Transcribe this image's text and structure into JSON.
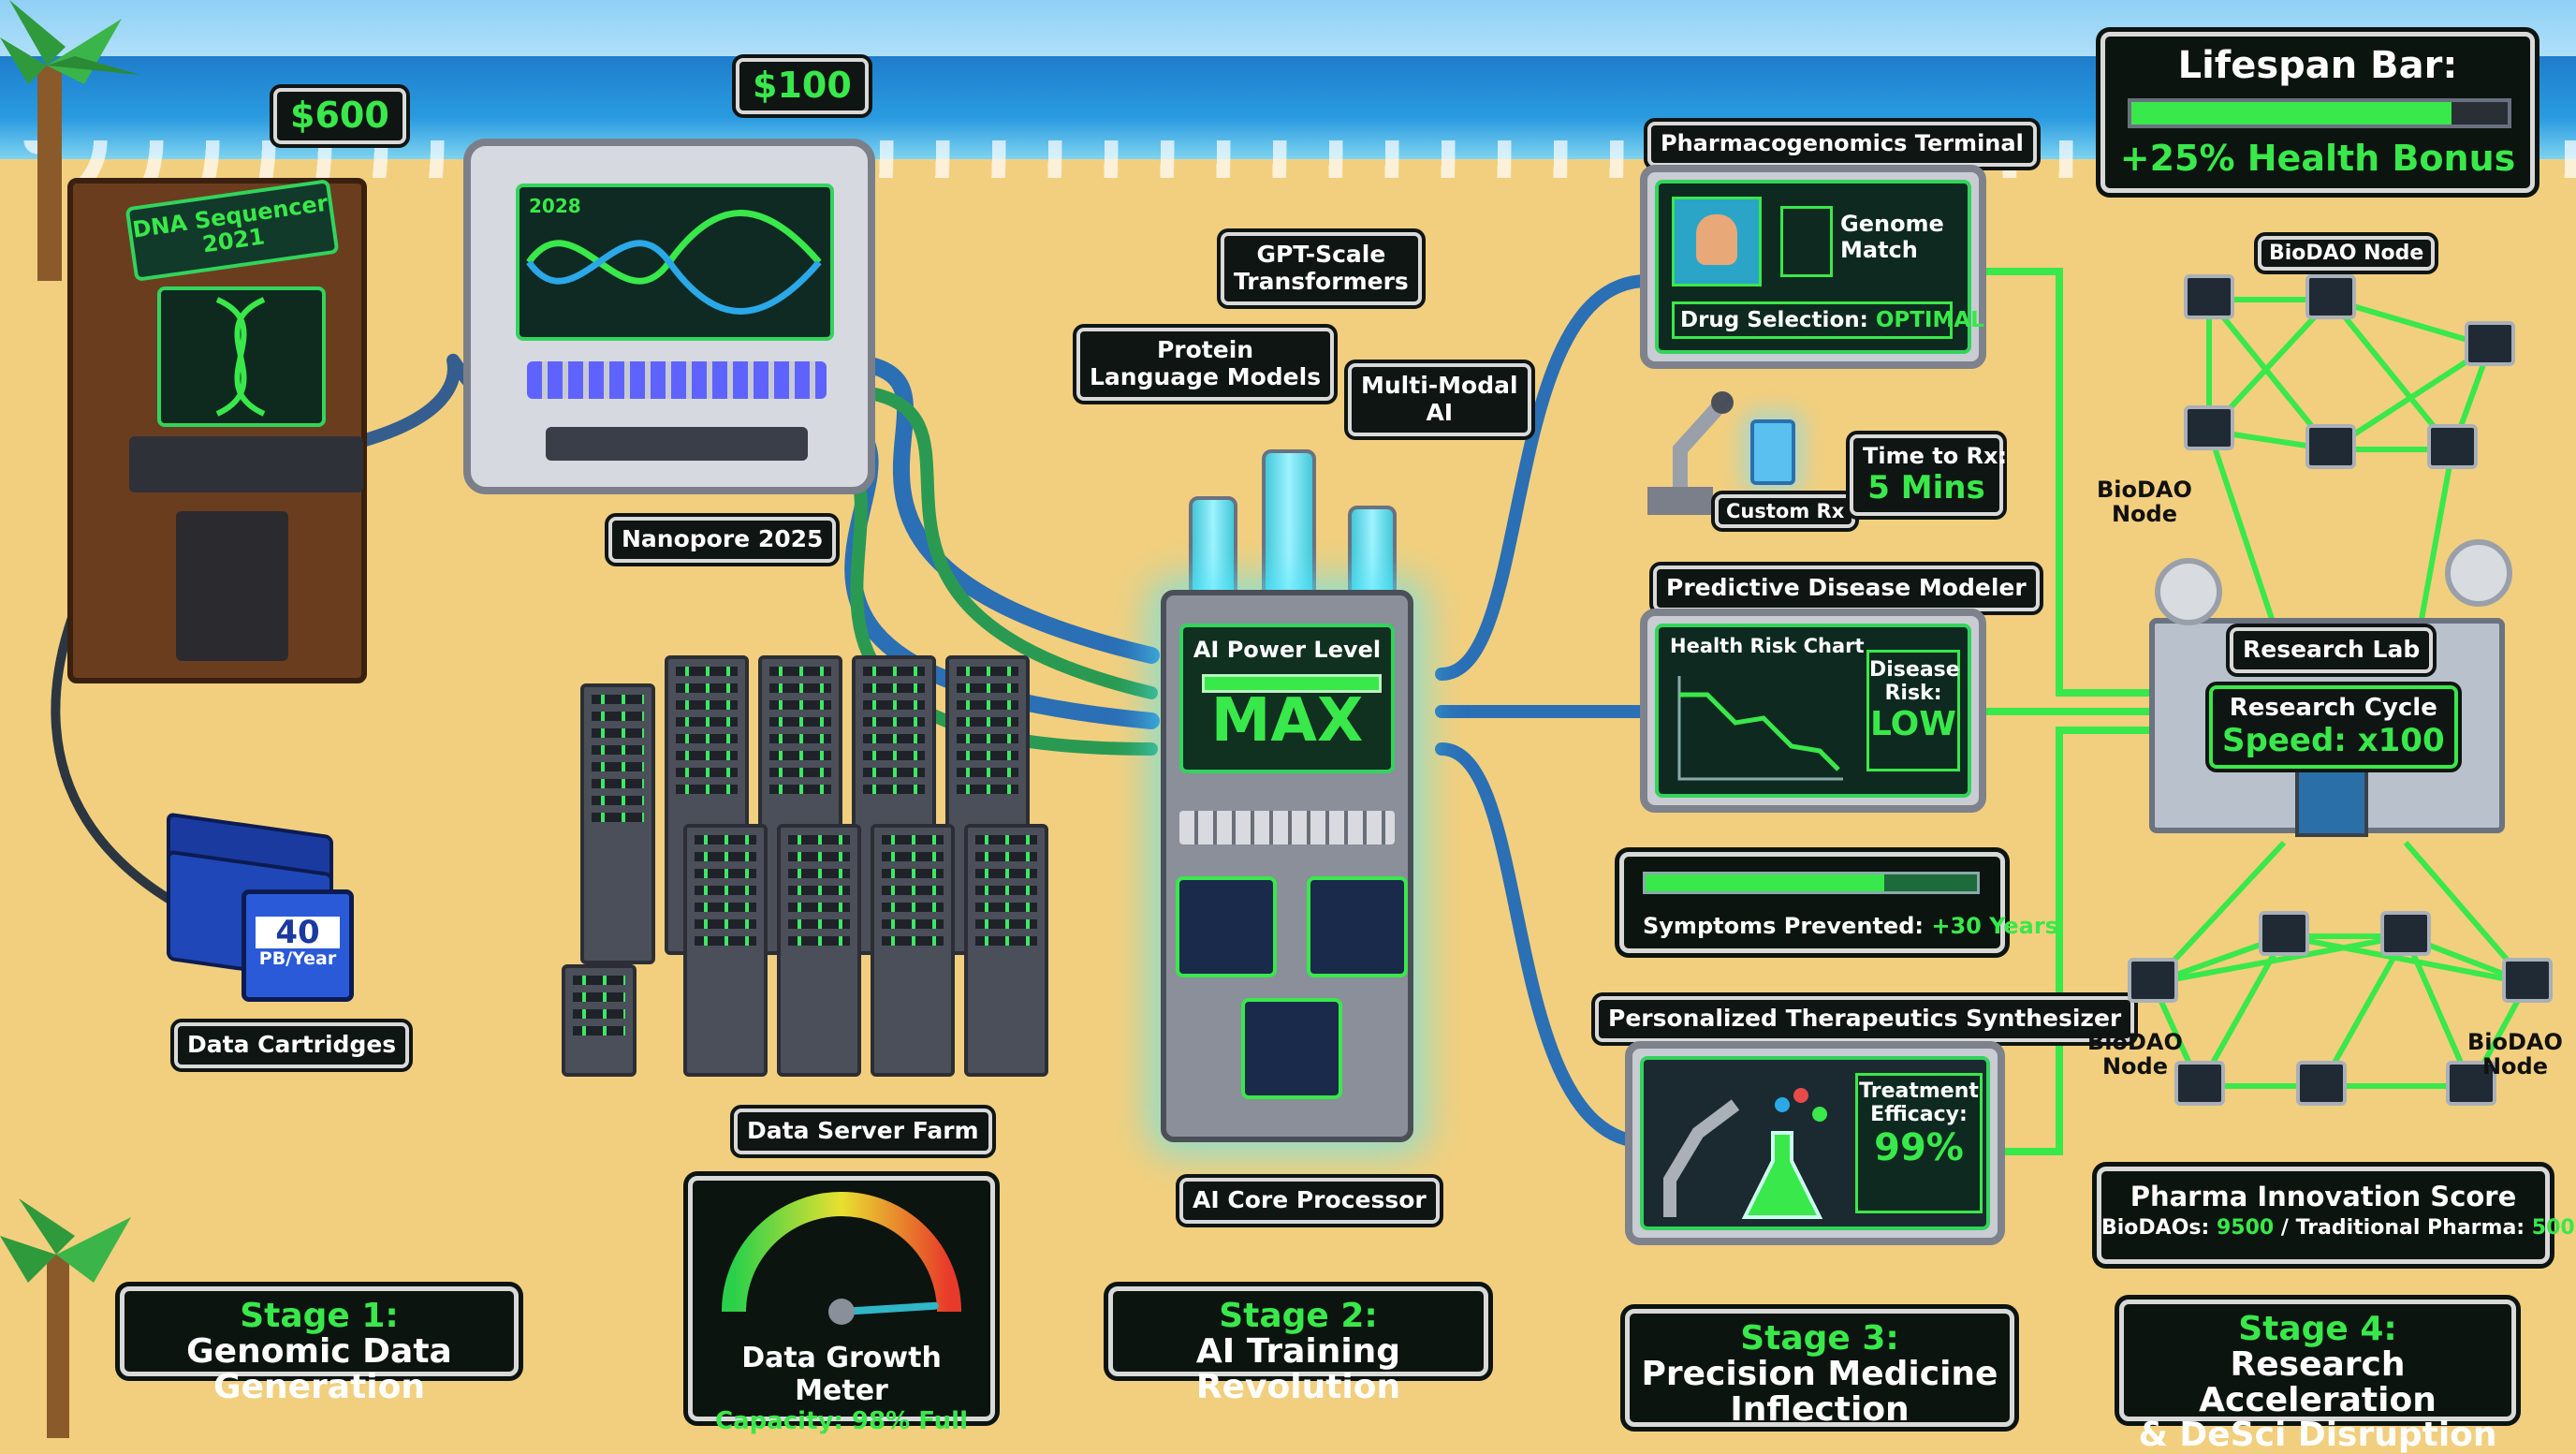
{
  "stage1": {
    "title": "Stage 1:",
    "subtitle": "Genomic Data Generation"
  },
  "stage2": {
    "title": "Stage 2:",
    "subtitle": "AI Training Revolution"
  },
  "stage3": {
    "title": "Stage 3:",
    "subtitle_line1": "Precision Medicine",
    "subtitle_line2": "Inflection"
  },
  "stage4": {
    "title": "Stage 4:",
    "subtitle_line1": "Research Acceleration",
    "subtitle_line2": "& DeSci Disruption"
  },
  "arcade": {
    "price": "$600",
    "screen_line1": "DNA Sequencer",
    "screen_line2": "2021"
  },
  "nanopore": {
    "price": "$100",
    "year": "2028",
    "label": "Nanopore 2025"
  },
  "cartridges": {
    "value": "40",
    "unit": "PB/Year",
    "label": "Data Cartridges"
  },
  "server_farm": {
    "label": "Data Server Farm"
  },
  "growth_meter": {
    "title": "Data Growth Meter",
    "capacity": "Capacity: 98% Full",
    "needle_fraction": 0.98
  },
  "ai_models": {
    "protein_line1": "Protein",
    "protein_line2": "Language Models",
    "gpt_line1": "GPT-Scale",
    "gpt_line2": "Transformers",
    "multimodal_line1": "Multi-Modal",
    "multimodal_line2": "AI"
  },
  "ai_core": {
    "power_title": "AI Power Level",
    "power_value": "MAX",
    "label": "AI Core Processor"
  },
  "pharmacogenomics": {
    "title": "Pharmacogenomics Terminal",
    "match_line1": "Genome",
    "match_line2": "Match",
    "drug_label": "Drug Selection:",
    "drug_value": "OPTIMAL"
  },
  "custom_rx": {
    "label": "Custom Rx",
    "time_label": "Time to Rx:",
    "time_value": "5 Mins"
  },
  "disease_modeler": {
    "title": "Predictive Disease Modeler",
    "chart_title": "Health Risk Chart",
    "risk_line1": "Disease",
    "risk_line2": "Risk:",
    "risk_value": "LOW"
  },
  "symptoms": {
    "label": "Symptoms Prevented:",
    "value": "+30 Years"
  },
  "synthesizer": {
    "title": "Personalized Therapeutics Synthesizer",
    "efficacy_line1": "Treatment",
    "efficacy_line2": "Efficacy:",
    "efficacy_value": "99%"
  },
  "lifespan": {
    "title": "Lifespan Bar:",
    "bonus": "+25% Health Bonus",
    "fill_fraction": 0.85
  },
  "biodao": {
    "top_label": "BioDAO Node",
    "left_line1": "BioDAO",
    "left_line2": "Node",
    "bl_line1": "BioDAO",
    "bl_line2": "Node",
    "br_line1": "BioDAO",
    "br_line2": "Node"
  },
  "research_lab": {
    "label": "Research Lab",
    "cycle_line1": "Research Cycle",
    "cycle_line2": "Speed: x100"
  },
  "pharma_score": {
    "title": "Pharma Innovation Score",
    "biodao_label": "BioDAOs:",
    "biodao_value": "9500",
    "separator": "/ Traditional Pharma:",
    "traditional_value": "500"
  },
  "colors": {
    "sand": "#f2cf7e",
    "sea": "#2a8fd6",
    "neon_green": "#39e84a",
    "panel": "#0f1512"
  }
}
